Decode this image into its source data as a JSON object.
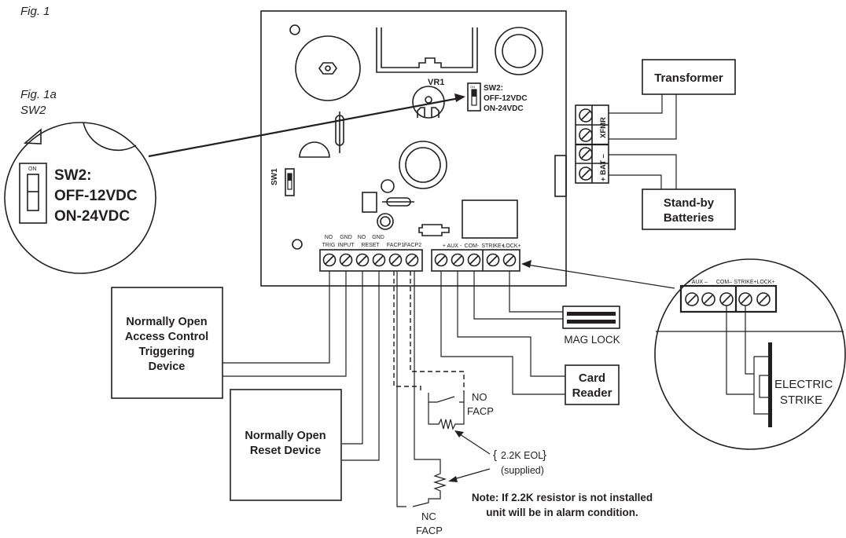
{
  "figure": {
    "fig1_label": "Fig. 1",
    "fig1a_label": "Fig. 1a",
    "fig1a_sub": "SW2"
  },
  "board": {
    "vr1_label": "VR1",
    "sw1_label": "SW1",
    "sw2": {
      "on_label": "ON",
      "title": "SW2:",
      "line1": "OFF-12VDC",
      "line2": "ON-24VDC"
    },
    "power_terminals": {
      "xfmr_label": "XFMR",
      "bat_label": "+ BAT –"
    },
    "input_terminals": {
      "top_labels": [
        "NO",
        "GND",
        "NO",
        "GND"
      ],
      "bottom_labels": [
        "TRIG",
        "INPUT",
        "RESET",
        "FACP1",
        "FACP2"
      ]
    },
    "output_terminals": {
      "labels": [
        "+ AUX -",
        "COM-",
        "STRIKE+",
        "LOCK+"
      ]
    }
  },
  "devices": {
    "transformer": "Transformer",
    "batteries_line1": "Stand-by",
    "batteries_line2": "Batteries",
    "trigger_line1": "Normally Open",
    "trigger_line2": "Access Control",
    "trigger_line3": "Triggering",
    "trigger_line4": "Device",
    "reset_line1": "Normally Open",
    "reset_line2": "Reset Device",
    "mag_lock": "MAG LOCK",
    "card_reader_line1": "Card",
    "card_reader_line2": "Reader",
    "no_facp_line1": "NO",
    "no_facp_line2": "FACP",
    "nc_facp_line1": "NC",
    "nc_facp_line2": "FACP",
    "eol_line1": "2.2K EOL",
    "eol_line2": "(supplied)"
  },
  "detail_strike": {
    "labels": [
      "+ AUX –",
      "COM–",
      "STRIKE+",
      "LOCK+"
    ],
    "electric_strike_line1": "ELECTRIC",
    "electric_strike_line2": "STRIKE"
  },
  "note": {
    "line1": "Note: If 2.2K resistor is not installed",
    "line2": "unit will be in alarm condition."
  }
}
